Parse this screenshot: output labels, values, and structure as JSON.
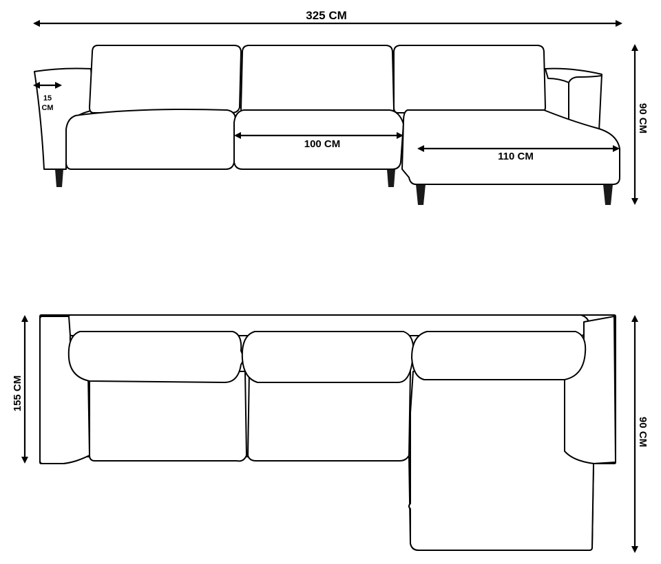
{
  "dimensions": {
    "overall_width": "325 CM",
    "arm_width_value": "15",
    "arm_width_unit": "CM",
    "seat_width": "100 CM",
    "chaise_width": "110 CM",
    "front_height": "90 CM",
    "top_depth": "155 CM",
    "top_right_depth": "90 CM"
  },
  "colors": {
    "line": "#000000",
    "fill": "#ffffff",
    "leg": "#1a1a1a"
  }
}
